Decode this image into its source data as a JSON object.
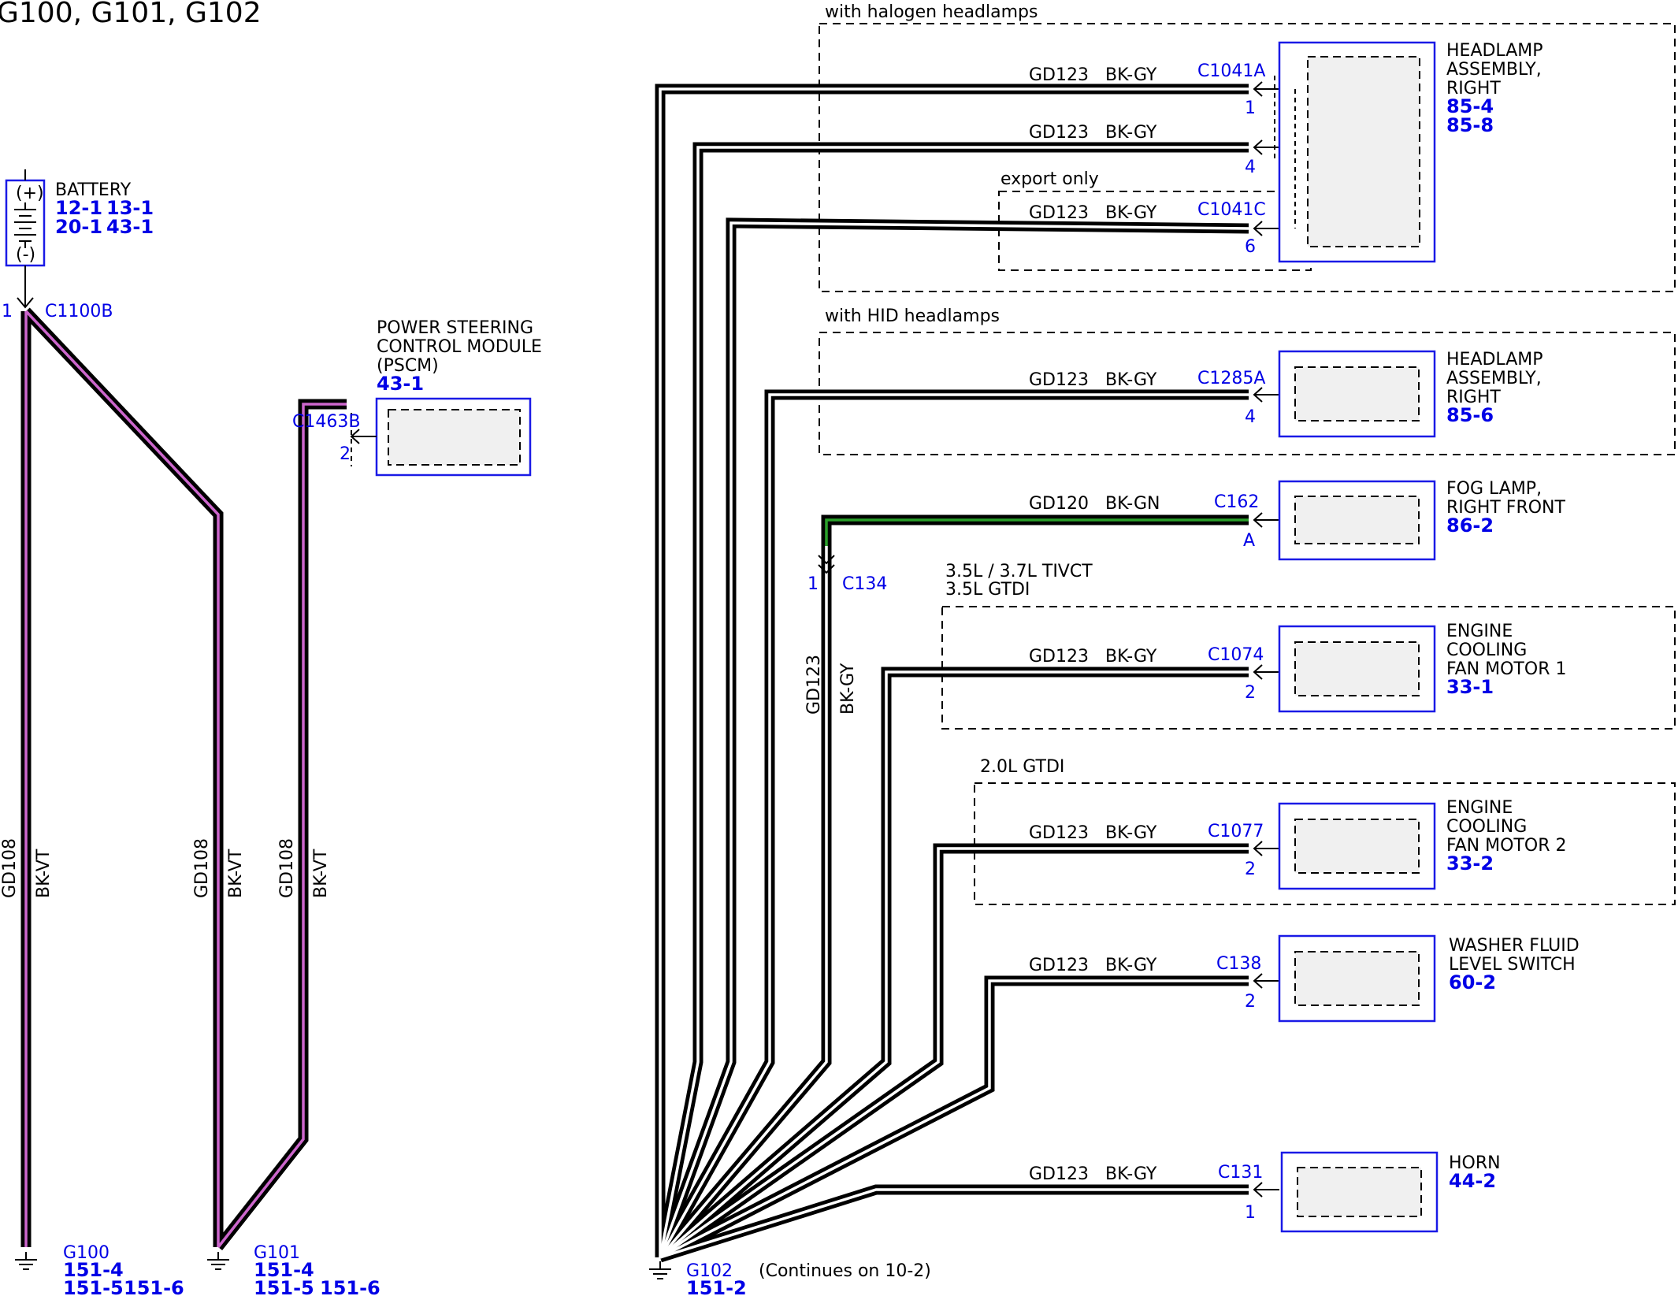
{
  "title": "G100, G101, G102",
  "colors": {
    "wire_outline": "#000000",
    "bk_vt_stripe": "#cc66cc",
    "bk_gy_stripe": "#ffffff",
    "bk_gn_stripe": "#2aa02a",
    "component_border": "#1a1ae6",
    "reference_text": "#0000e6"
  },
  "battery": {
    "name": "BATTERY",
    "refs": [
      "12-1",
      "13-1",
      "20-1",
      "43-1"
    ],
    "plus": "(+)",
    "minus": "(-)",
    "connector": "C1100B",
    "pin": "1"
  },
  "pscm": {
    "name_lines": [
      "POWER STEERING",
      "CONTROL MODULE",
      "(PSCM)"
    ],
    "ref": "43-1",
    "connector": "C1463B",
    "pin": "2"
  },
  "wires_left": [
    {
      "circuit": "GD108",
      "color": "BK-VT"
    },
    {
      "circuit": "GD108",
      "color": "BK-VT"
    },
    {
      "circuit": "GD108",
      "color": "BK-VT"
    }
  ],
  "grounds": [
    {
      "name": "G100",
      "refs": [
        "151-4",
        "151-5",
        "151-6"
      ]
    },
    {
      "name": "G101",
      "refs": [
        "151-4",
        "151-5",
        "151-6"
      ]
    },
    {
      "name": "G102",
      "refs": [
        "151-2"
      ],
      "note": "(Continues on 10-2)"
    }
  ],
  "option_groups": [
    {
      "label": "with halogen headlamps"
    },
    {
      "label": "export only"
    },
    {
      "label": "with HID headlamps"
    },
    {
      "label_lines": [
        "3.5L / 3.7L TIVCT",
        "3.5L GTDI"
      ]
    },
    {
      "label": "2.0L GTDI"
    }
  ],
  "branches": [
    {
      "circuit": "GD123",
      "color": "BK-GY",
      "connector": "C1041A",
      "pin": "1"
    },
    {
      "circuit": "GD123",
      "color": "BK-GY",
      "connector": "",
      "pin": "4"
    },
    {
      "circuit": "GD123",
      "color": "BK-GY",
      "connector": "C1041C",
      "pin": "6"
    },
    {
      "circuit": "GD123",
      "color": "BK-GY",
      "connector": "C1285A",
      "pin": "4"
    },
    {
      "circuit": "GD120",
      "color": "BK-GN",
      "connector": "C162",
      "pin": "A"
    },
    {
      "circuit": "GD123",
      "color": "BK-GY",
      "connector": "C1074",
      "pin": "2"
    },
    {
      "circuit": "GD123",
      "color": "BK-GY",
      "connector": "C1077",
      "pin": "2"
    },
    {
      "circuit": "GD123",
      "color": "BK-GY",
      "connector": "C138",
      "pin": "2"
    },
    {
      "circuit": "GD123",
      "color": "BK-GY",
      "connector": "C131",
      "pin": "1"
    }
  ],
  "c134": {
    "connector": "C134",
    "pin": "1",
    "circuit": "GD123",
    "color": "BK-GY"
  },
  "components": [
    {
      "name_lines": [
        "HEADLAMP",
        "ASSEMBLY,",
        "RIGHT"
      ],
      "refs": [
        "85-4",
        "85-8"
      ]
    },
    {
      "name_lines": [
        "HEADLAMP",
        "ASSEMBLY,",
        "RIGHT"
      ],
      "refs": [
        "85-6"
      ]
    },
    {
      "name_lines": [
        "FOG LAMP,",
        "RIGHT FRONT"
      ],
      "refs": [
        "86-2"
      ]
    },
    {
      "name_lines": [
        "ENGINE",
        "COOLING",
        "FAN MOTOR 1"
      ],
      "refs": [
        "33-1"
      ]
    },
    {
      "name_lines": [
        "ENGINE",
        "COOLING",
        "FAN MOTOR 2"
      ],
      "refs": [
        "33-2"
      ]
    },
    {
      "name_lines": [
        "WASHER FLUID",
        "LEVEL SWITCH"
      ],
      "refs": [
        "60-2"
      ]
    },
    {
      "name_lines": [
        "HORN"
      ],
      "refs": [
        "44-2"
      ]
    }
  ]
}
